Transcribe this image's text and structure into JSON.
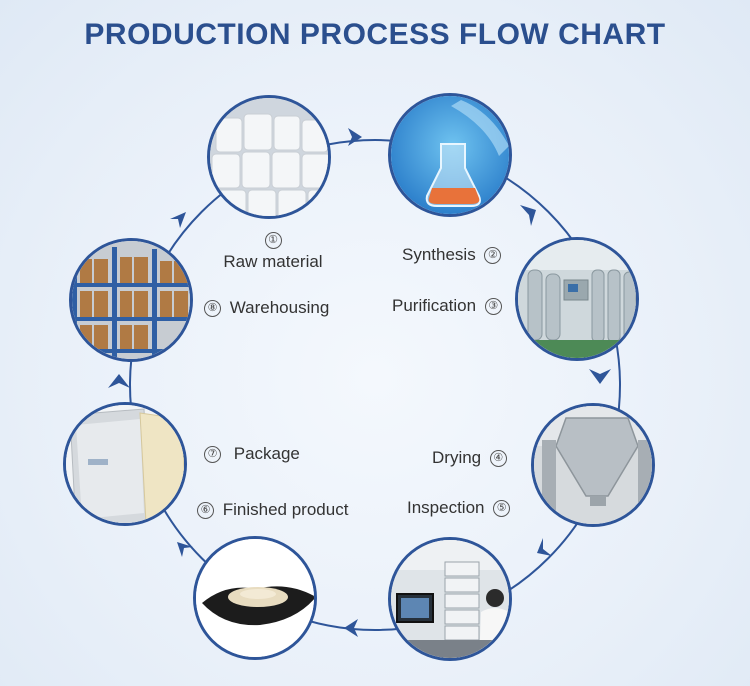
{
  "title": "PRODUCTION PROCESS FLOW CHART",
  "colors": {
    "accent": "#2e5599",
    "title": "#2b4f8e"
  },
  "steps": [
    {
      "num": "①",
      "text": "Raw material"
    },
    {
      "num": "②",
      "text": "Synthesis"
    },
    {
      "num": "③",
      "text": "Purification"
    },
    {
      "num": "④",
      "text": "Drying"
    },
    {
      "num": "⑤",
      "text": "Inspection"
    },
    {
      "num": "⑥",
      "text": "Finished product"
    },
    {
      "num": "⑦",
      "text": "Package"
    },
    {
      "num": "⑧",
      "text": "Warehousing"
    }
  ],
  "images": [
    "raw-material-bags",
    "synthesis-flask",
    "purification-equipment",
    "drying-mixer",
    "inspection-lab",
    "finished-powder",
    "package-bags",
    "warehouse-shelves"
  ]
}
